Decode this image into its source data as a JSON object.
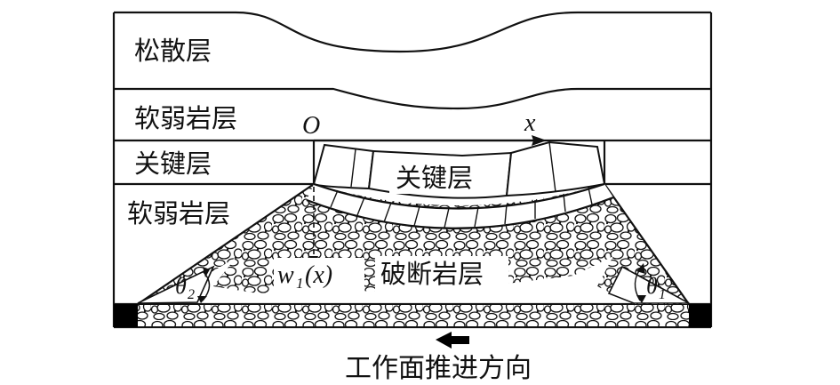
{
  "labels": {
    "loose_layer": "松散层",
    "soft_rock_upper": "软弱岩层",
    "key_layer_left": "关键层",
    "soft_rock_lower": "软弱岩层",
    "key_layer_broken": "关键层",
    "broken_rock": "破断岩层",
    "origin": "O",
    "x_axis": "x",
    "deflection_w": "w",
    "deflection_sub": "1",
    "deflection_arg": "(x)",
    "theta2_symbol": "θ",
    "theta2_sub": "2",
    "theta1_symbol": "θ",
    "theta1_sub": "1",
    "caption": "工作面推进方向"
  },
  "colors": {
    "line": "#111111",
    "fill_solid": "#000000",
    "background": "#ffffff"
  },
  "icons": {
    "direction": "arrow-left-icon"
  }
}
